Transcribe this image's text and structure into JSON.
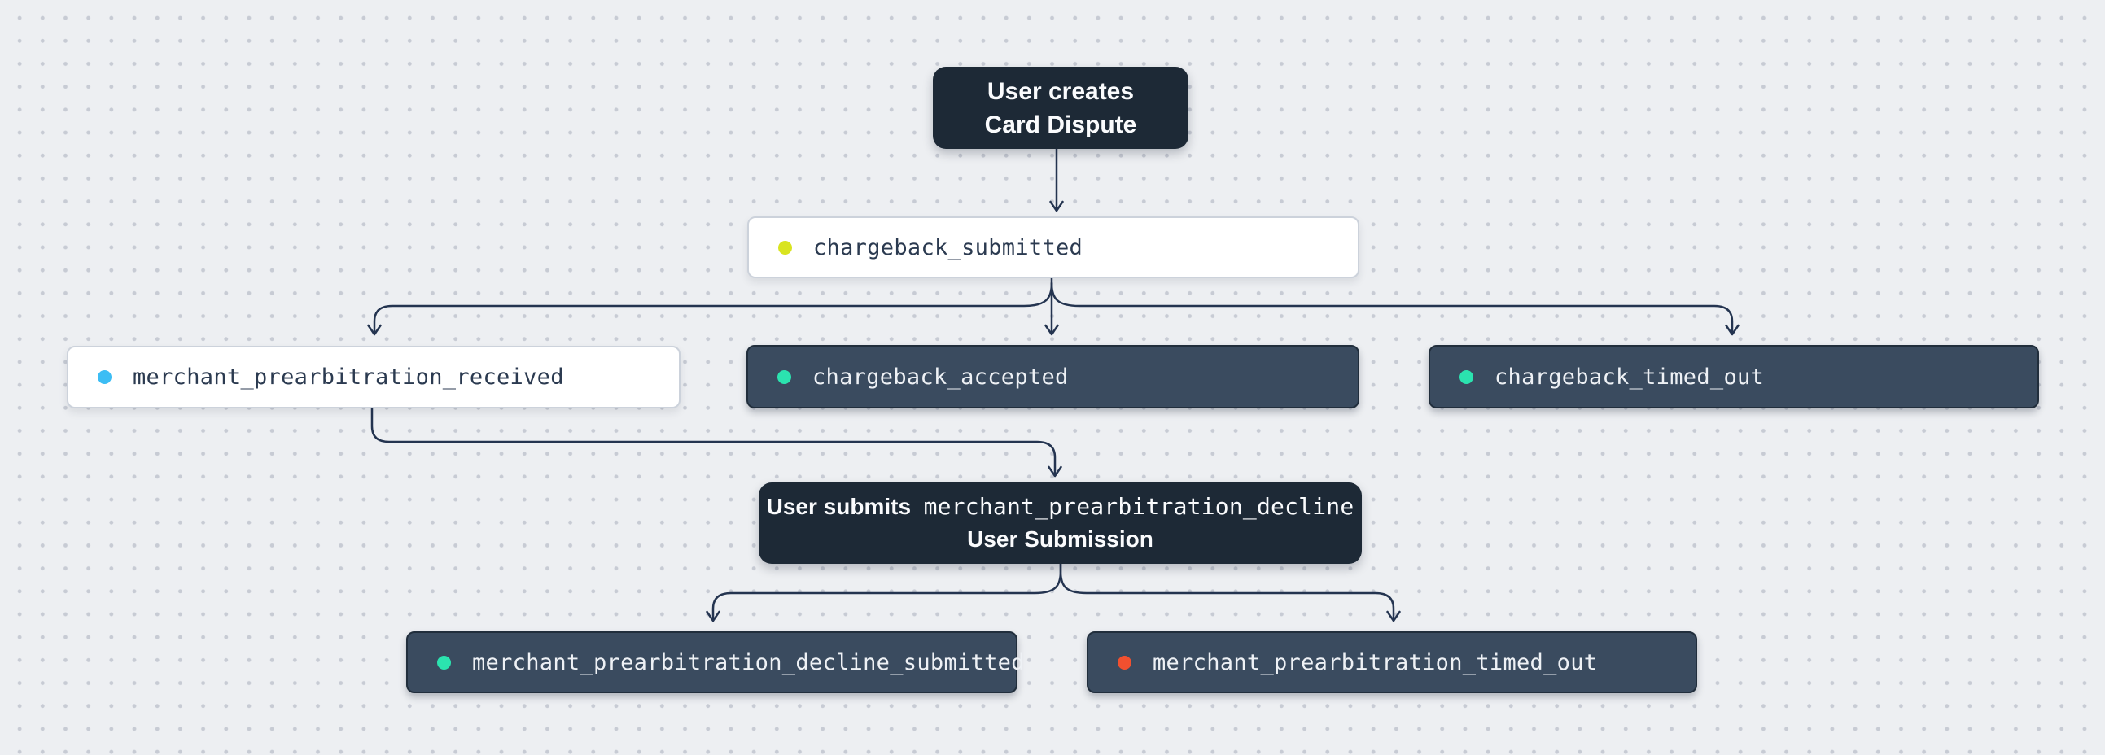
{
  "canvas": {
    "background_color": "#edeff2",
    "dot_grid_color": "#c7cbd4",
    "arrow_color": "#243450"
  },
  "palette": {
    "action_box": "#1d2936",
    "event_box_dark": "#3a4b5f",
    "event_box_light": "#ffffff",
    "status_yellow": "#d9e420",
    "status_blue": "#3cbdf4",
    "status_green": "#2be3af",
    "status_red": "#f1502f"
  },
  "nodes": [
    {
      "id": "user-creates-card-dispute",
      "kind": "user-action",
      "lines": [
        "User creates",
        "Card Dispute"
      ]
    },
    {
      "id": "chargeback-submitted",
      "kind": "event",
      "variant": "light",
      "label": "chargeback_submitted",
      "dot_color": "#d9e420"
    },
    {
      "id": "merchant-prearbitration-received",
      "kind": "event",
      "variant": "light",
      "label": "merchant_prearbitration_received",
      "dot_color": "#3cbdf4"
    },
    {
      "id": "chargeback-accepted",
      "kind": "event",
      "variant": "dark",
      "label": "chargeback_accepted",
      "dot_color": "#2be3af"
    },
    {
      "id": "chargeback-timed-out",
      "kind": "event",
      "variant": "dark",
      "label": "chargeback_timed_out",
      "dot_color": "#2be3af"
    },
    {
      "id": "user-submits-merchant-prearbitration-decline",
      "kind": "user-action",
      "line1_prefix": "User submits",
      "line1_code": "merchant_prearbitration_decline",
      "line2": "User Submission"
    },
    {
      "id": "merchant-prearbitration-decline-submitted",
      "kind": "event",
      "variant": "dark",
      "label": "merchant_prearbitration_decline_submitted",
      "dot_color": "#2be3af"
    },
    {
      "id": "merchant-prearbitration-timed-out",
      "kind": "event",
      "variant": "dark",
      "label": "merchant_prearbitration_timed_out",
      "dot_color": "#f1502f"
    }
  ],
  "edges": [
    {
      "from": "user-creates-card-dispute",
      "to": "chargeback-submitted"
    },
    {
      "from": "chargeback-submitted",
      "to": "merchant-prearbitration-received"
    },
    {
      "from": "chargeback-submitted",
      "to": "chargeback-accepted"
    },
    {
      "from": "chargeback-submitted",
      "to": "chargeback-timed-out"
    },
    {
      "from": "merchant-prearbitration-received",
      "to": "user-submits-merchant-prearbitration-decline"
    },
    {
      "from": "user-submits-merchant-prearbitration-decline",
      "to": "merchant-prearbitration-decline-submitted"
    },
    {
      "from": "user-submits-merchant-prearbitration-decline",
      "to": "merchant-prearbitration-timed-out"
    }
  ]
}
